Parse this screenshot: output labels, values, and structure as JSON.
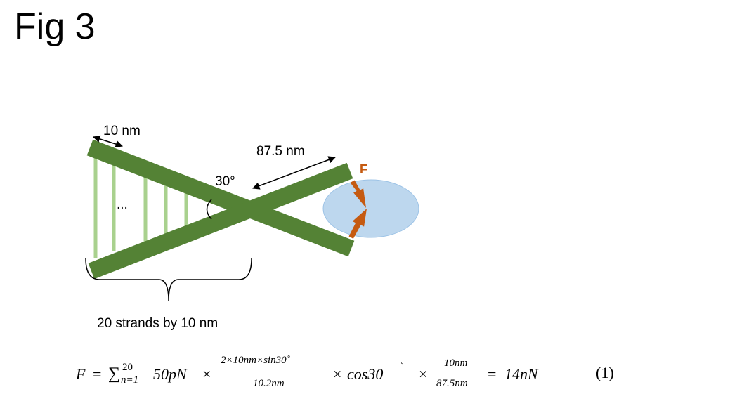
{
  "figure_title": "Fig 3",
  "labels": {
    "top_width": "10 nm",
    "arm_length": "87.5 nm",
    "angle": "30°",
    "ellipsis": "...",
    "force": "F",
    "strands_caption": "20 strands by 10 nm"
  },
  "equation": {
    "lhs": "F",
    "equals": "=",
    "sum_symbol": "∑",
    "sum_upper": "20",
    "sum_lower": "n=1",
    "term": "50pN",
    "times1": "×",
    "frac1_num": "2×10nm×sin30˚",
    "frac1_den": "10.2nm",
    "times2": "×",
    "cos_term": "cos30",
    "degree": "˚",
    "times3": "×",
    "frac2_num": "10nm",
    "frac2_den": "87.5nm",
    "equals2": "=",
    "result": "14nN",
    "number": "(1)"
  },
  "colors": {
    "arm": "#548235",
    "strand": "#a9d18e",
    "ellipse": "#bdd7ee",
    "force_arrow": "#c55a11"
  }
}
